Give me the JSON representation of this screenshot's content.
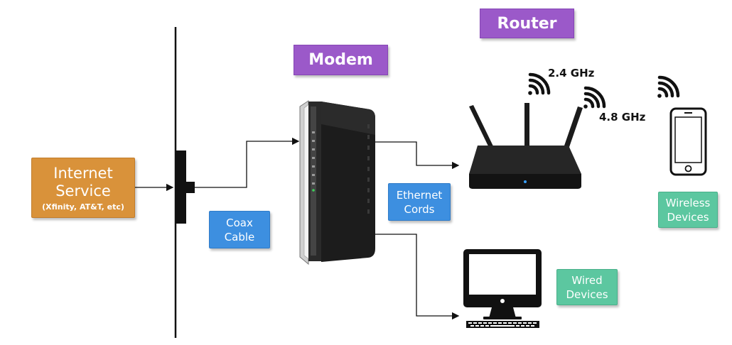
{
  "labels": {
    "internet_service_line1": "Internet",
    "internet_service_line2": "Service",
    "internet_service_sub": "(Xfinity, AT&T, etc)",
    "modem": "Modem",
    "router": "Router",
    "coax_line1": "Coax",
    "coax_line2": "Cable",
    "ethernet_line1": "Ethernet",
    "ethernet_line2": "Cords",
    "wired_line1": "Wired",
    "wired_line2": "Devices",
    "wireless_line1": "Wireless",
    "wireless_line2": "Devices",
    "freq_24": "2.4 GHz",
    "freq_48": "4.8 GHz"
  },
  "colors": {
    "internet_service": "#d9923a",
    "modem_router_label": "#9b59c9",
    "blue_label": "#3d8fe0",
    "green_label": "#5cc7a0",
    "line": "#111111",
    "device": "#1b1b1b"
  },
  "icons": [
    "modem-icon",
    "router-icon",
    "wifi-icon",
    "smartphone-icon",
    "desktop-computer-icon",
    "keyboard-icon"
  ]
}
